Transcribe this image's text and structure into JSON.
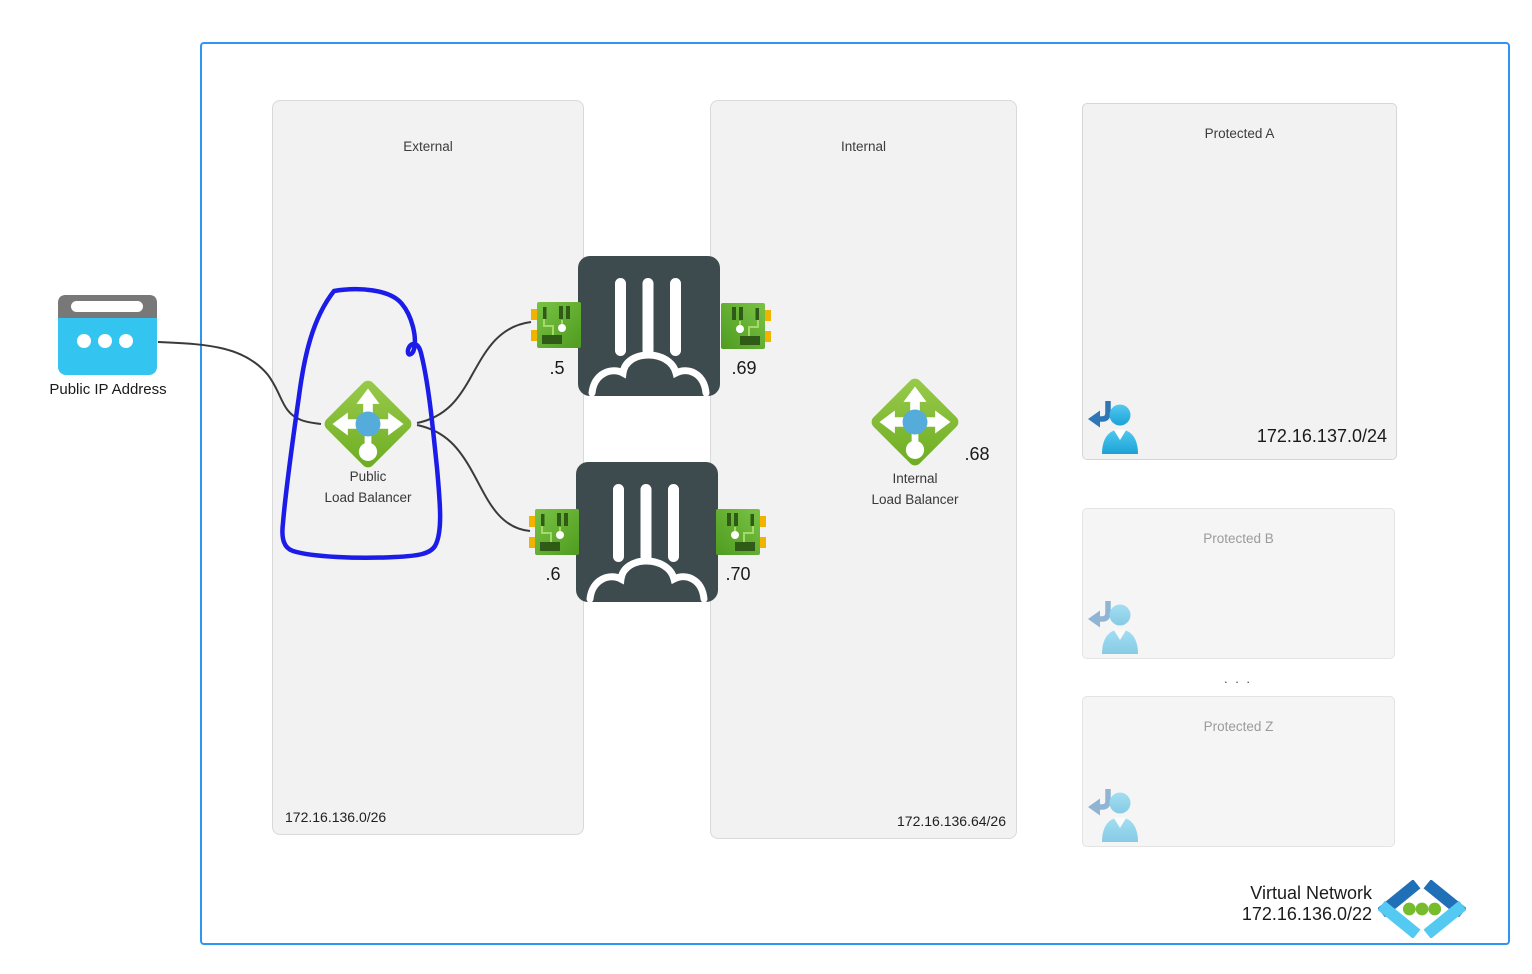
{
  "diagram": {
    "public_ip": {
      "label": "Public IP Address"
    },
    "external": {
      "title": "External",
      "cidr": "172.16.136.0/26"
    },
    "internal": {
      "title": "Internal",
      "cidr": "172.16.136.64/26"
    },
    "public_lb": {
      "line1": "Public",
      "line2": "Load Balancer"
    },
    "internal_lb": {
      "line1": "Internal",
      "line2": "Load Balancer",
      "ip": ".68"
    },
    "firewall1": {
      "left_ip": ".5",
      "right_ip": ".69"
    },
    "firewall2": {
      "left_ip": ".6",
      "right_ip": ".70"
    },
    "protected_a": {
      "title": "Protected A",
      "cidr": "172.16.137.0/24"
    },
    "protected_b": {
      "title": "Protected B"
    },
    "protected_z": {
      "title": "Protected Z"
    },
    "ellipsis": ". . .",
    "vnet": {
      "label": "Virtual Network",
      "cidr": "172.16.136.0/22"
    },
    "colors": {
      "outer_border": "#2E96F0",
      "annotation_blue": "#1C1CE8",
      "connector_gray": "#3A3A3A",
      "lb_green": "#76BC2D",
      "lb_center_blue": "#55ACDB",
      "firewall_dark": "#3D4B4E",
      "public_ip_cyan": "#33C5EF",
      "nic_green": "#5FAE2B",
      "nic_yellow": "#F2B200",
      "user_cyan": "#38BDE8",
      "vnet_chevron_dark": "#2070B8",
      "vnet_chevron_light": "#54C9F2",
      "vnet_dot_green": "#76BC2D"
    }
  }
}
